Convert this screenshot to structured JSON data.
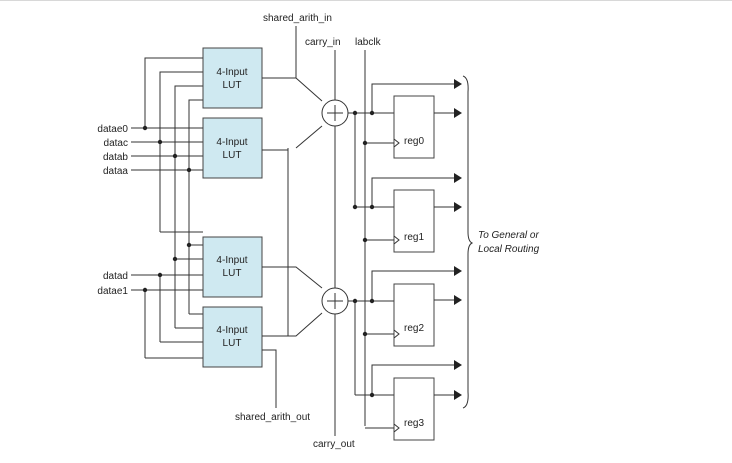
{
  "signals": {
    "shared_arith_in": "shared_arith_in",
    "carry_in": "carry_in",
    "labclk": "labclk",
    "shared_arith_out": "shared_arith_out",
    "carry_out": "carry_out"
  },
  "inputs": [
    "datae0",
    "datac",
    "datab",
    "dataa",
    "datad",
    "datae1"
  ],
  "luts": [
    {
      "line1": "4-Input",
      "line2": "LUT"
    },
    {
      "line1": "4-Input",
      "line2": "LUT"
    },
    {
      "line1": "4-Input",
      "line2": "LUT"
    },
    {
      "line1": "4-Input",
      "line2": "LUT"
    }
  ],
  "registers": [
    "reg0",
    "reg1",
    "reg2",
    "reg3"
  ],
  "routing": {
    "line1": "To General or",
    "line2": "Local Routing"
  },
  "colors": {
    "lut_fill": "#cfe9f1",
    "line": "#333333"
  }
}
